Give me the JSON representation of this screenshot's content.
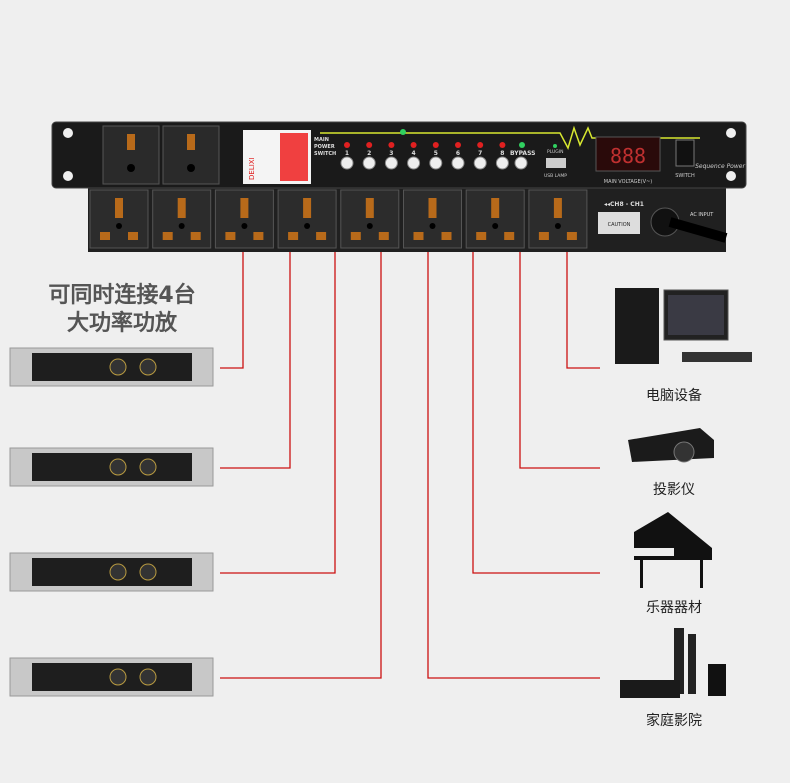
{
  "headline": {
    "line1": "可同时连接4台",
    "line2": "大功率功放"
  },
  "device": {
    "main_power_switch": [
      "MAIN",
      "POWER",
      "SWITCH"
    ],
    "breaker_brand": "DELIXI",
    "channels": [
      "1",
      "2",
      "3",
      "4",
      "5",
      "6",
      "7",
      "8"
    ],
    "bypass_label": "BYPASS",
    "plugin_label": "PLUGIN",
    "usb_label": "USB LAMP",
    "voltage_display": "888",
    "voltage_label": "MAIN VOLTAGE(V~)",
    "switch_label": "SWITCH",
    "brand": "Sequence Power",
    "channel_order": "◂◂CH8 - CH1",
    "caution": "CAUTION",
    "input_label": "AC INPUT"
  },
  "devices": [
    {
      "label": "电脑设备"
    },
    {
      "label": "投影仪"
    },
    {
      "label": "乐器器材"
    },
    {
      "label": "家庭影院"
    }
  ],
  "colors": {
    "line": "#cc1111",
    "panel": "#1c1c1c",
    "led_red": "#e02020",
    "led_green": "#30d060",
    "accent": "#d8e830"
  }
}
